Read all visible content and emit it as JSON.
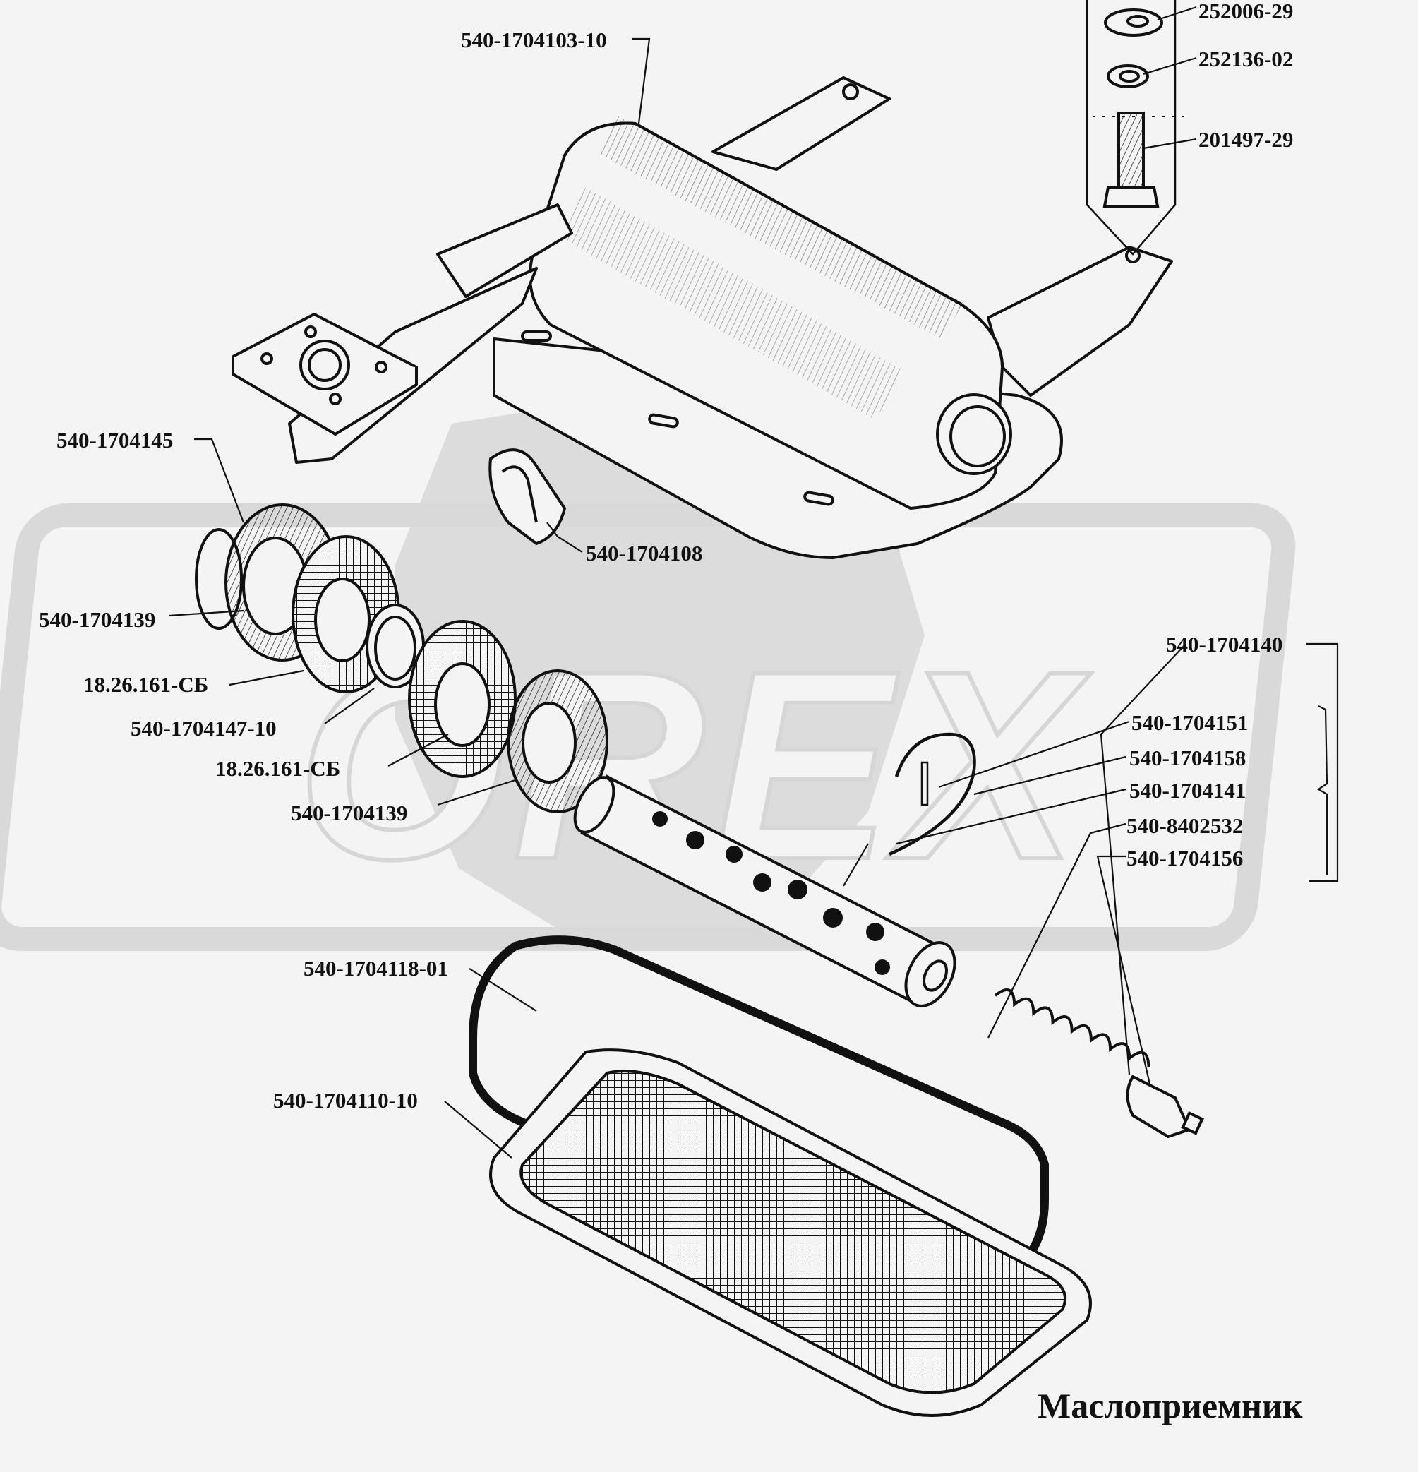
{
  "title": "Маслоприемник",
  "watermark": {
    "text": "OREX",
    "color": "#d6d6d6"
  },
  "colors": {
    "ink": "#111111",
    "paper": "#f4f4f4",
    "watermark": "#d6d6d6"
  },
  "labels": [
    {
      "id": "housing",
      "text": "540-1704103-10"
    },
    {
      "id": "washer",
      "text": "252006-29"
    },
    {
      "id": "lock-washer",
      "text": "252136-02"
    },
    {
      "id": "bolt",
      "text": "201497-29"
    },
    {
      "id": "snap-ring-left",
      "text": "540-1704145"
    },
    {
      "id": "clip",
      "text": "540-1704108"
    },
    {
      "id": "gasket-left-1",
      "text": "540-1704139"
    },
    {
      "id": "mesh-disc-1",
      "text": "18.26.161-СБ"
    },
    {
      "id": "ring",
      "text": "540-1704147-10"
    },
    {
      "id": "mesh-disc-2",
      "text": "18.26.161-СБ"
    },
    {
      "id": "gasket-left-2",
      "text": "540-1704139"
    },
    {
      "id": "valve-assembly",
      "text": "540-1704140"
    },
    {
      "id": "snap-ring-right",
      "text": "540-1704151"
    },
    {
      "id": "pin",
      "text": "540-1704158"
    },
    {
      "id": "valve-tube",
      "text": "540-1704141"
    },
    {
      "id": "spring",
      "text": "540-8402532"
    },
    {
      "id": "plunger",
      "text": "540-1704156"
    },
    {
      "id": "gasket-frame",
      "text": "540-1704118-01"
    },
    {
      "id": "strainer-tray",
      "text": "540-1704110-10"
    }
  ]
}
